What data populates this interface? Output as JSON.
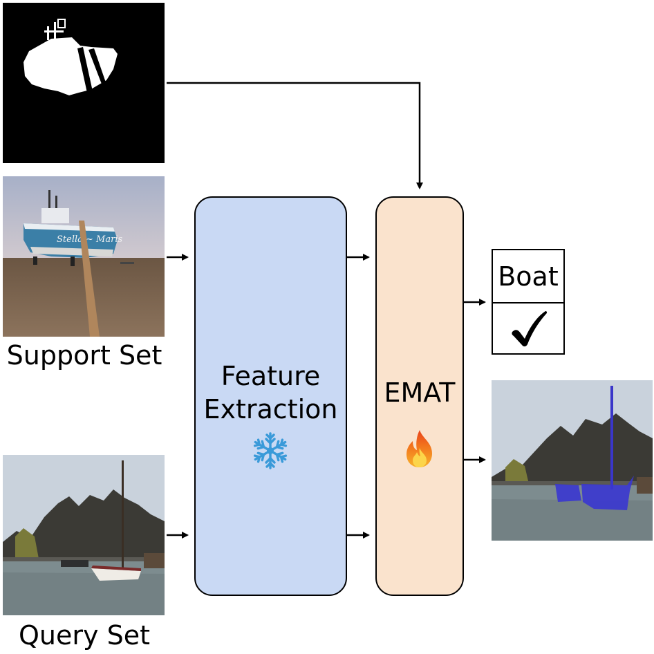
{
  "diagram": {
    "support_label": "Support Set",
    "query_label": "Query Set",
    "feature_block": {
      "line1": "Feature",
      "line2": "Extraction",
      "icon": "snowflake-icon",
      "color": "#c9d9f4"
    },
    "emat_block": {
      "label": "EMAT",
      "icon": "fire-icon",
      "color": "#fae3cd"
    },
    "class_box": {
      "label": "Boat",
      "mark": "✓",
      "icon": "checkmark-icon"
    }
  }
}
